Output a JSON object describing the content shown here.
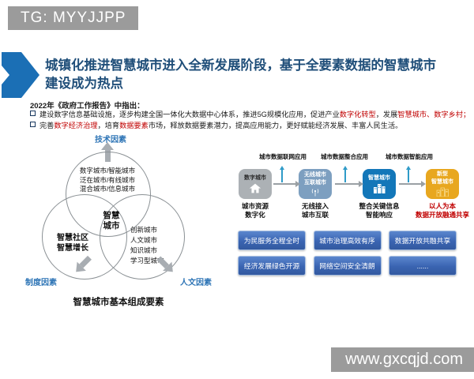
{
  "watermarks": {
    "top": "TG: MYYJJPP",
    "bottom": "www.gxcqjd.com"
  },
  "title": {
    "line1": "城镇化推进智慧城市进入全新发展阶段，基于全要素数据的智慧城市",
    "line2": "建设成为热点"
  },
  "intro": "2022年《政府工作报告》中指出：",
  "bullets": [
    {
      "segments": [
        {
          "text": "建设数字信息基础设施，逐步构建全国一体化大数据中心体系，推进5G规模化应用，促进产业",
          "highlight": false
        },
        {
          "text": "数字化转型",
          "highlight": true
        },
        {
          "text": "，发展",
          "highlight": false
        },
        {
          "text": "智慧城市、数字乡村；",
          "highlight": true
        }
      ]
    },
    {
      "segments": [
        {
          "text": "完善",
          "highlight": false
        },
        {
          "text": "数字经济治理",
          "highlight": true
        },
        {
          "text": "，培育",
          "highlight": false
        },
        {
          "text": "数据要素",
          "highlight": true
        },
        {
          "text": "市场，释放数据要素潜力，提高应用能力，更好赋能经济发展、丰富人民生活。",
          "highlight": false
        }
      ]
    }
  ],
  "venn": {
    "factor_top": "技术因素",
    "factor_left": "制度因素",
    "factor_right": "人文因素",
    "top_circle_lines": [
      "数字城市/智能城市",
      "泛在城市/有线城市",
      "混合城市/信息城市"
    ],
    "center_lines": [
      "智慧",
      "城市"
    ],
    "left_lines": [
      "智慧社区",
      "智慧增长"
    ],
    "right_lines": [
      "创新城市",
      "人文城市",
      "知识城市",
      "学习型城市"
    ],
    "caption": "智慧城市基本组成要素"
  },
  "flow": {
    "stage_labels": [
      "城市数据联网应用",
      "城市数据整合应用",
      "城市数据智能应用"
    ],
    "boxes": [
      {
        "label_lines": [
          "数字城市"
        ],
        "icon": "home-icon",
        "color": "#ACB1B5",
        "caption_lines": [
          "城市资源",
          "数字化"
        ]
      },
      {
        "label_lines": [
          "无线城市",
          "互联城市"
        ],
        "icon": "antenna-icon",
        "color": "#7D9FC0",
        "caption_lines": [
          "无线接入",
          "城市互联"
        ]
      },
      {
        "label_lines": [
          "智慧城市"
        ],
        "icon": "city-icon",
        "color": "#1377B9",
        "caption_lines": [
          "整合关键信息",
          "智能响应"
        ]
      },
      {
        "label_lines": [
          "新型",
          "智慧城市"
        ],
        "icon": "city-gold-icon",
        "color": "#E8A71F",
        "caption_lines": [
          "以人为本",
          "数据开放融通共享"
        ]
      }
    ]
  },
  "benefits": [
    "为民服务全程全时",
    "城市治理高效有序",
    "数据开放共融共享",
    "经济发展绿色开源",
    "网络空间安全清朗",
    "......"
  ],
  "colors": {
    "accent_blue": "#1B6FB5",
    "title_navy": "#1F4E79",
    "highlight_red": "#C00000",
    "factor_label_blue": "#2E75B6",
    "box_gray": "#ACB1B5",
    "box_steel_blue": "#7D9FC0",
    "box_blue": "#1377B9",
    "box_gold": "#E8A71F",
    "button_blue": "#3A64B2",
    "watermark_gray": "#9B9B9B",
    "thin_arrow_blue": "#2F9BC8"
  }
}
